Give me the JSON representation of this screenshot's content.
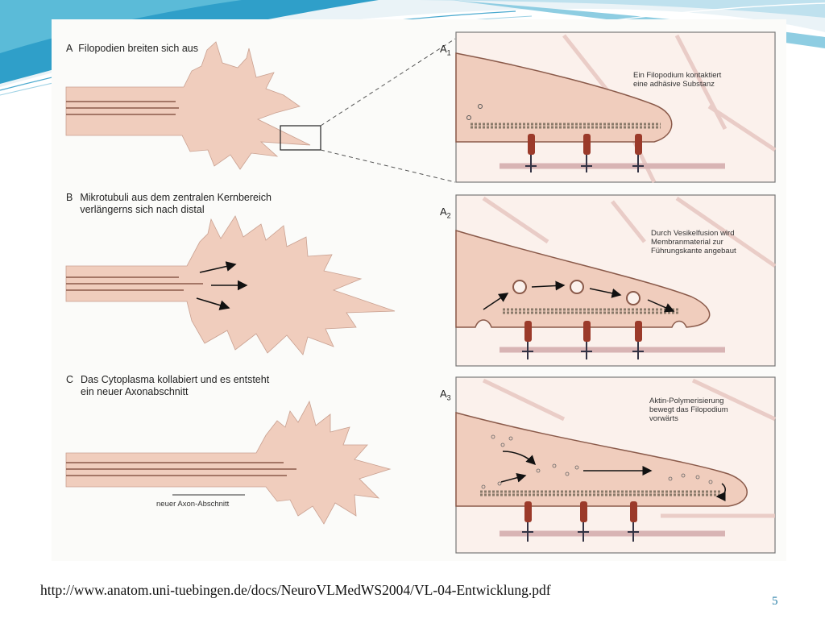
{
  "slide": {
    "page_number": "5",
    "source_url": "http://www.anatom.uni-tuebingen.de/docs/NeuroVLMedWS2004/VL-04-Entwicklung.pdf"
  },
  "colors": {
    "cell": "#f0cdbd",
    "cell_edge": "#8a5a4a",
    "accent_top": "#2f9fc9",
    "page_number": "#2a80a8"
  },
  "figure": {
    "stage_a": {
      "letter": "A",
      "text": "Filopodien breiten sich aus"
    },
    "stage_b": {
      "letter": "B",
      "text": "Mikrotubuli aus dem zentralen Kernbereich\nverlängerns sich nach distal"
    },
    "stage_c": {
      "letter": "C",
      "text": "Das Cytoplasma kollabiert und es entsteht\nein neuer Axonabschnitt"
    },
    "axon_label": "neuer Axon-Abschnitt",
    "panel_a1": {
      "letter": "A",
      "index": "1",
      "text": "Ein Filopodium kontaktiert\neine adhäsive Substanz"
    },
    "panel_a2": {
      "letter": "A",
      "index": "2",
      "text": "Durch Vesikelfusion wird\nMembranmaterial zur\nFührungskante angebaut"
    },
    "panel_a3": {
      "letter": "A",
      "index": "3",
      "text": "Aktin-Polymerisierung\nbewegt das Filopodium\nvorwärts"
    }
  }
}
